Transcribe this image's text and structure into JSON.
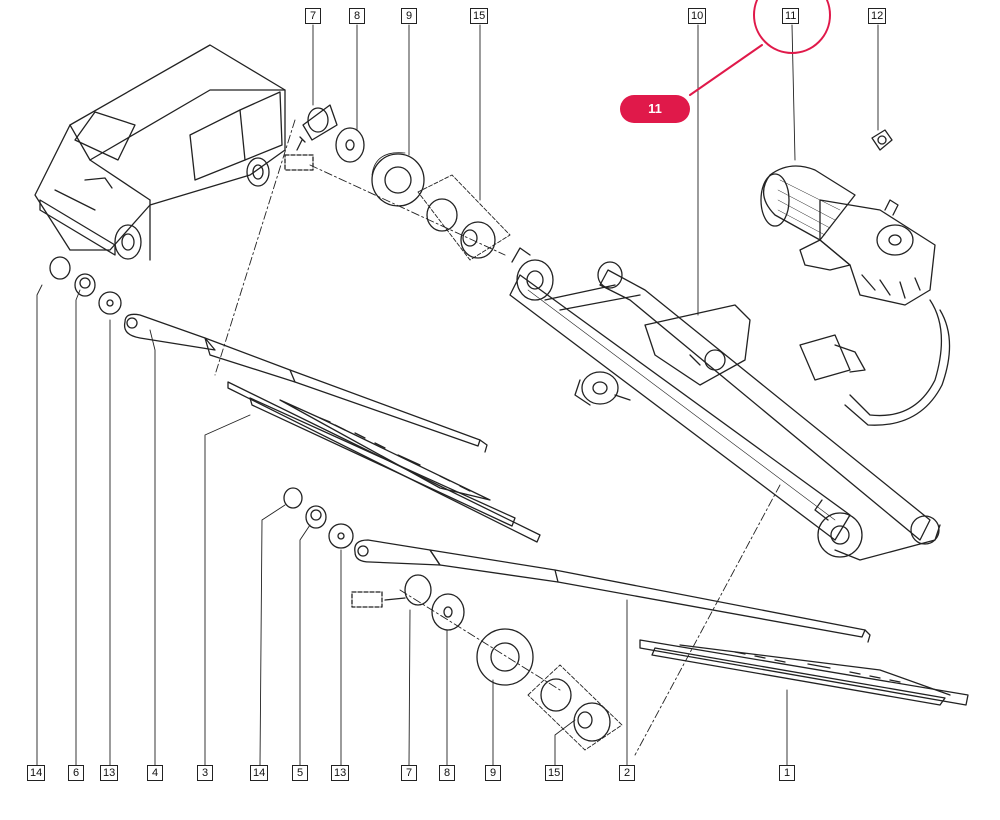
{
  "callouts": [
    {
      "id": "top-7",
      "label": "7"
    },
    {
      "id": "top-8",
      "label": "8"
    },
    {
      "id": "top-9",
      "label": "9"
    },
    {
      "id": "top-15",
      "label": "15"
    },
    {
      "id": "top-10",
      "label": "10"
    },
    {
      "id": "top-11",
      "label": "11"
    },
    {
      "id": "top-12",
      "label": "12"
    },
    {
      "id": "bottom-14-left",
      "label": "14"
    },
    {
      "id": "bottom-6",
      "label": "6"
    },
    {
      "id": "bottom-13-left",
      "label": "13"
    },
    {
      "id": "bottom-4",
      "label": "4"
    },
    {
      "id": "bottom-3",
      "label": "3"
    },
    {
      "id": "bottom-14-right",
      "label": "14"
    },
    {
      "id": "bottom-5",
      "label": "5"
    },
    {
      "id": "bottom-13-right",
      "label": "13"
    },
    {
      "id": "bottom-7",
      "label": "7"
    },
    {
      "id": "bottom-8",
      "label": "8"
    },
    {
      "id": "bottom-9",
      "label": "9"
    },
    {
      "id": "bottom-15",
      "label": "15"
    },
    {
      "id": "bottom-2",
      "label": "2"
    },
    {
      "id": "bottom-1",
      "label": "1"
    }
  ],
  "highlight": {
    "label": "11",
    "color": "#e0194a"
  },
  "colors": {
    "ink": "#222222",
    "highlight": "#e0194a",
    "background": "#ffffff"
  }
}
